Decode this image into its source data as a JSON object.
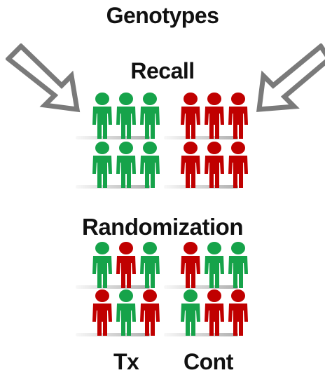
{
  "labels": {
    "title": "Genotypes",
    "recall": "Recall",
    "randomization": "Randomization",
    "tx": "Tx",
    "cont": "Cont"
  },
  "colors": {
    "green": "#16a34a",
    "red": "#c00000",
    "arrow_outline": "#777777"
  },
  "groups": [
    {
      "name": "recall-green-top",
      "people": [
        "green",
        "green",
        "green"
      ]
    },
    {
      "name": "recall-red-top",
      "people": [
        "red",
        "red",
        "red"
      ]
    },
    {
      "name": "recall-green-bottom",
      "people": [
        "green",
        "green",
        "green"
      ]
    },
    {
      "name": "recall-red-bottom",
      "people": [
        "red",
        "red",
        "red"
      ]
    },
    {
      "name": "tx-top",
      "people": [
        "green",
        "red",
        "green"
      ]
    },
    {
      "name": "cont-top",
      "people": [
        "red",
        "green",
        "green"
      ]
    },
    {
      "name": "tx-bottom",
      "people": [
        "red",
        "green",
        "red"
      ]
    },
    {
      "name": "cont-bottom",
      "people": [
        "green",
        "red",
        "red"
      ]
    }
  ]
}
